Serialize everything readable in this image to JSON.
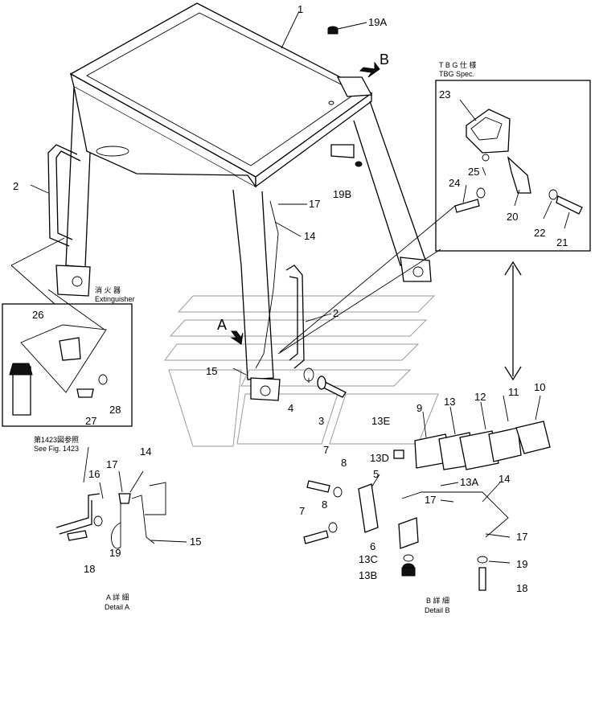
{
  "callouts": {
    "n1": "1",
    "n19A": "19A",
    "labelB": "B",
    "n2a": "2",
    "n17a": "17",
    "n19B": "19B",
    "n14a": "14",
    "n2b": "2",
    "labelA": "A",
    "n15a": "15",
    "n4": "4",
    "n3": "3",
    "n26": "26",
    "n27": "27",
    "n28": "28",
    "n23": "23",
    "n24": "24",
    "n25": "25",
    "n20": "20",
    "n22": "22",
    "n21": "21",
    "n9": "9",
    "n13": "13",
    "n12": "12",
    "n11": "11",
    "n10": "10",
    "n13E": "13E",
    "n7a": "7",
    "n8a": "8",
    "n13D": "13D",
    "n5": "5",
    "n13A": "13A",
    "n14b": "14",
    "n17b": "17",
    "n7b": "7",
    "n8b": "8",
    "n6": "6",
    "n17c": "17",
    "n13C": "13C",
    "n19b": "19",
    "n13B": "13B",
    "n18b": "18",
    "n14c": "14",
    "n17d": "17",
    "n16": "16",
    "n15b": "15",
    "n19c": "19",
    "n18a": "18"
  },
  "notes": {
    "tbg_jp": "T B G 仕 様",
    "tbg_en": "TBG Spec.",
    "ext_jp": "消 火 器",
    "ext_en": "Extinguisher",
    "fig_jp": "第1423図参照",
    "fig_en": "See Fig. 1423",
    "detA_jp": "A 詳 細",
    "detA_en": "Detail A",
    "detB_jp": "B 詳 細",
    "detB_en": "Detail B"
  }
}
